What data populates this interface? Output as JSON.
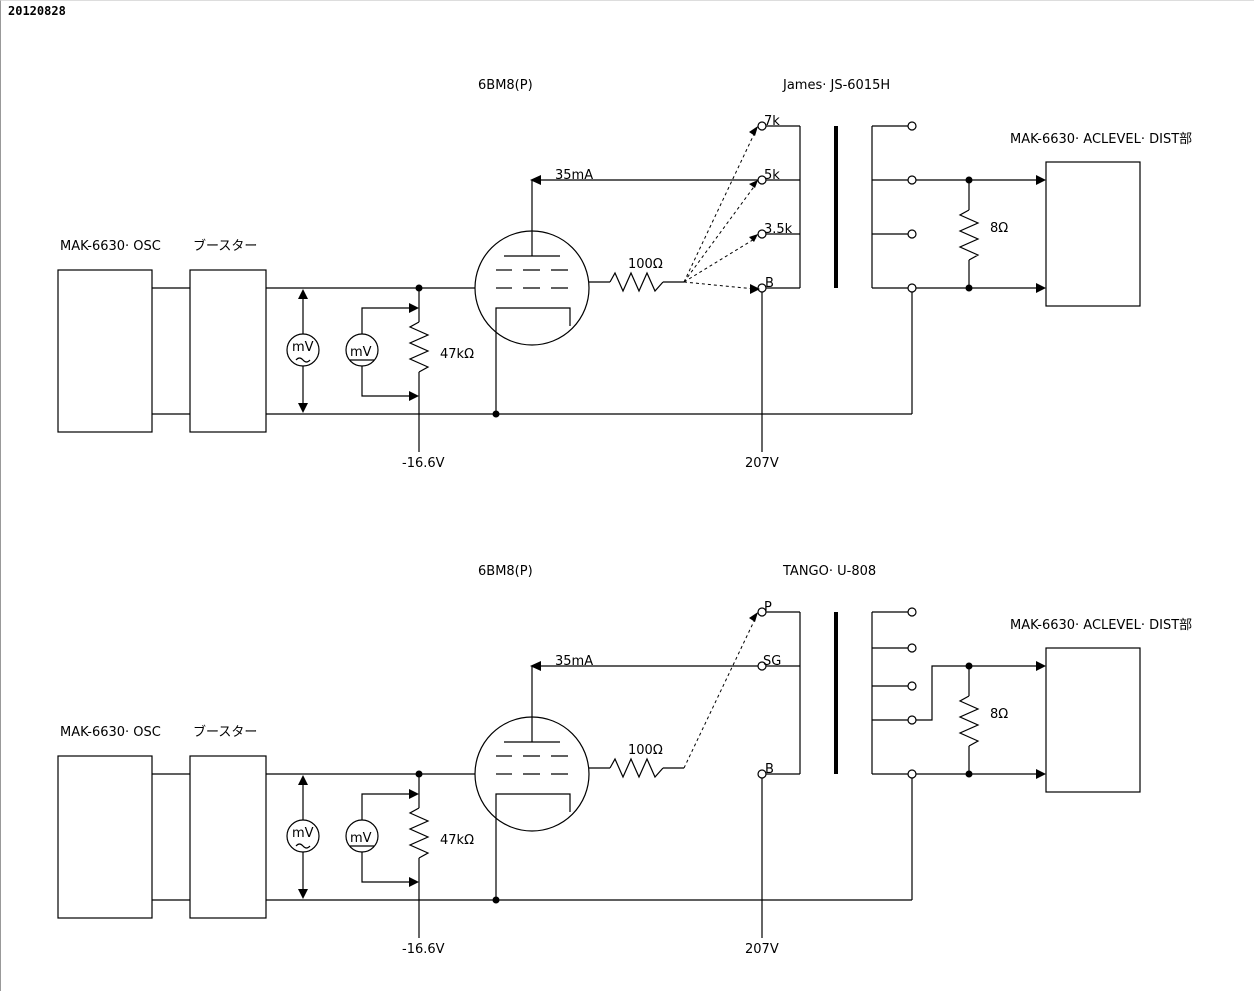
{
  "page": {
    "date": "20120828"
  },
  "circuits": [
    {
      "id": "top",
      "tube_label": "6BM8(P)",
      "transformer_label": "James· JS-6015H",
      "dist_label": "MAK-6630· ACLEVEL· DIST部",
      "osc_label": "MAK-6630· OSC",
      "booster_label": "ブースター",
      "current_label": "35mA",
      "grid_resistor_label": "100Ω",
      "input_resistor_label": "47kΩ",
      "load_resistor_label": "8Ω",
      "meter_ac_label": "mV",
      "meter_dc_label": "mV",
      "bias_voltage": "-16.6V",
      "b_voltage": "207V",
      "taps": [
        "7k",
        "5k",
        "3.5k",
        "B"
      ]
    },
    {
      "id": "bottom",
      "tube_label": "6BM8(P)",
      "transformer_label": "TANGO· U-808",
      "dist_label": "MAK-6630· ACLEVEL· DIST部",
      "osc_label": "MAK-6630· OSC",
      "booster_label": "ブースター",
      "current_label": "35mA",
      "grid_resistor_label": "100Ω",
      "input_resistor_label": "47kΩ",
      "load_resistor_label": "8Ω",
      "meter_ac_label": "mV",
      "meter_dc_label": "mV",
      "bias_voltage": "-16.6V",
      "b_voltage": "207V",
      "taps": [
        "P",
        "SG",
        "B"
      ]
    }
  ]
}
